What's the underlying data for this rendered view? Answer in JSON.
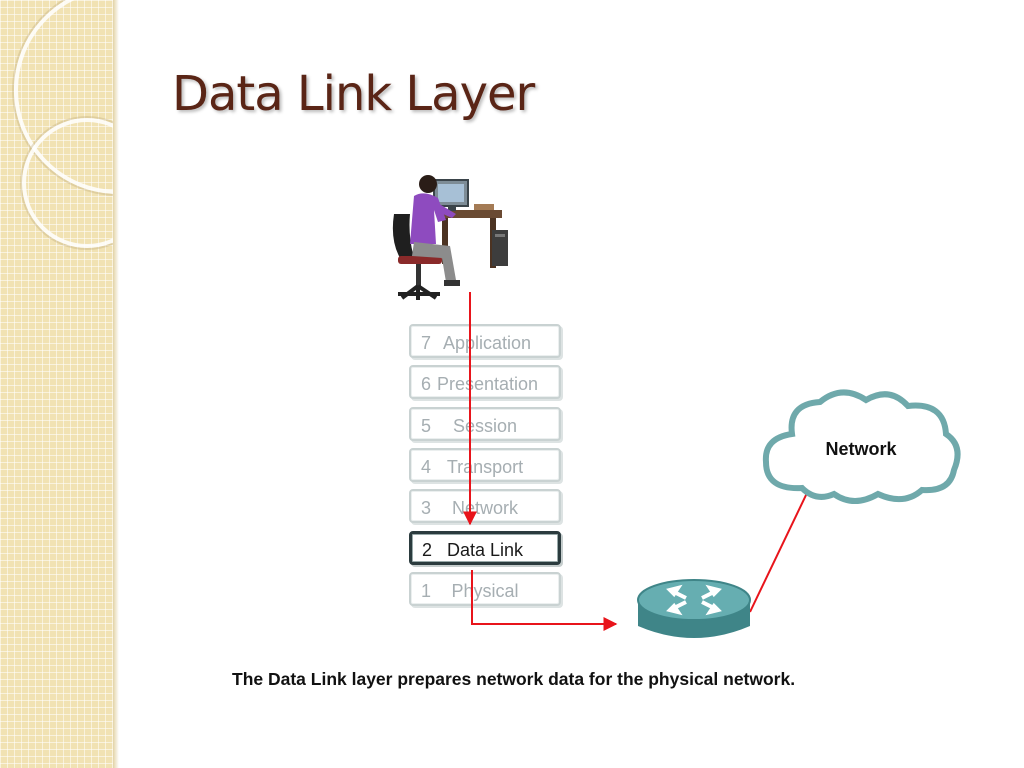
{
  "slide": {
    "title": "Data Link Layer",
    "caption": "The Data Link layer prepares network data for the physical network."
  },
  "osi_layers": [
    {
      "number": "7",
      "name": "Application",
      "active": false
    },
    {
      "number": "6",
      "name": "Presentation",
      "active": false
    },
    {
      "number": "5",
      "name": "Session",
      "active": false
    },
    {
      "number": "4",
      "name": "Transport",
      "active": false
    },
    {
      "number": "3",
      "name": "Network",
      "active": false
    },
    {
      "number": "2",
      "name": "Data Link",
      "active": true
    },
    {
      "number": "1",
      "name": "Physical",
      "active": false
    }
  ],
  "cloud": {
    "label": "Network"
  },
  "icons": {
    "user": "user-at-workstation-icon",
    "router": "router-icon",
    "cloud": "network-cloud-icon"
  },
  "colors": {
    "title": "#5a2516",
    "flow_arrow": "#e8141b",
    "router": "#4f9a9e",
    "cloud_outline": "#6fa9ab",
    "active_layer_border": "#2b3b3e",
    "inactive_layer_text": "#a6aeb2",
    "sidebar": "#f1e2b3"
  }
}
